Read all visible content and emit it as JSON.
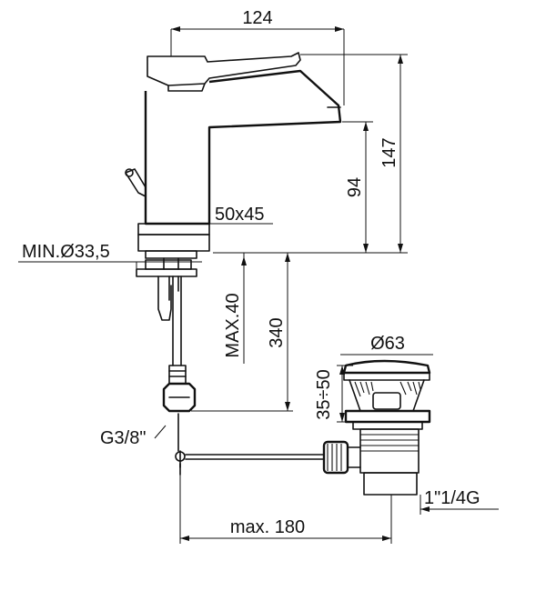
{
  "drawing": {
    "dimensions": {
      "width_overall": "124",
      "height_total": "147",
      "height_spout": "94",
      "base_size": "50x45",
      "hole_min": "MIN.Ø33,5",
      "max_thickness": "MAX.40",
      "hose_length": "340",
      "hose_thread": "G3/8\"",
      "waste_diameter": "Ø63",
      "waste_range": "35÷50",
      "waste_thread": "1\"1/4G",
      "max_reach": "max. 180"
    },
    "colors": {
      "line": "#111111",
      "background": "#ffffff"
    }
  }
}
